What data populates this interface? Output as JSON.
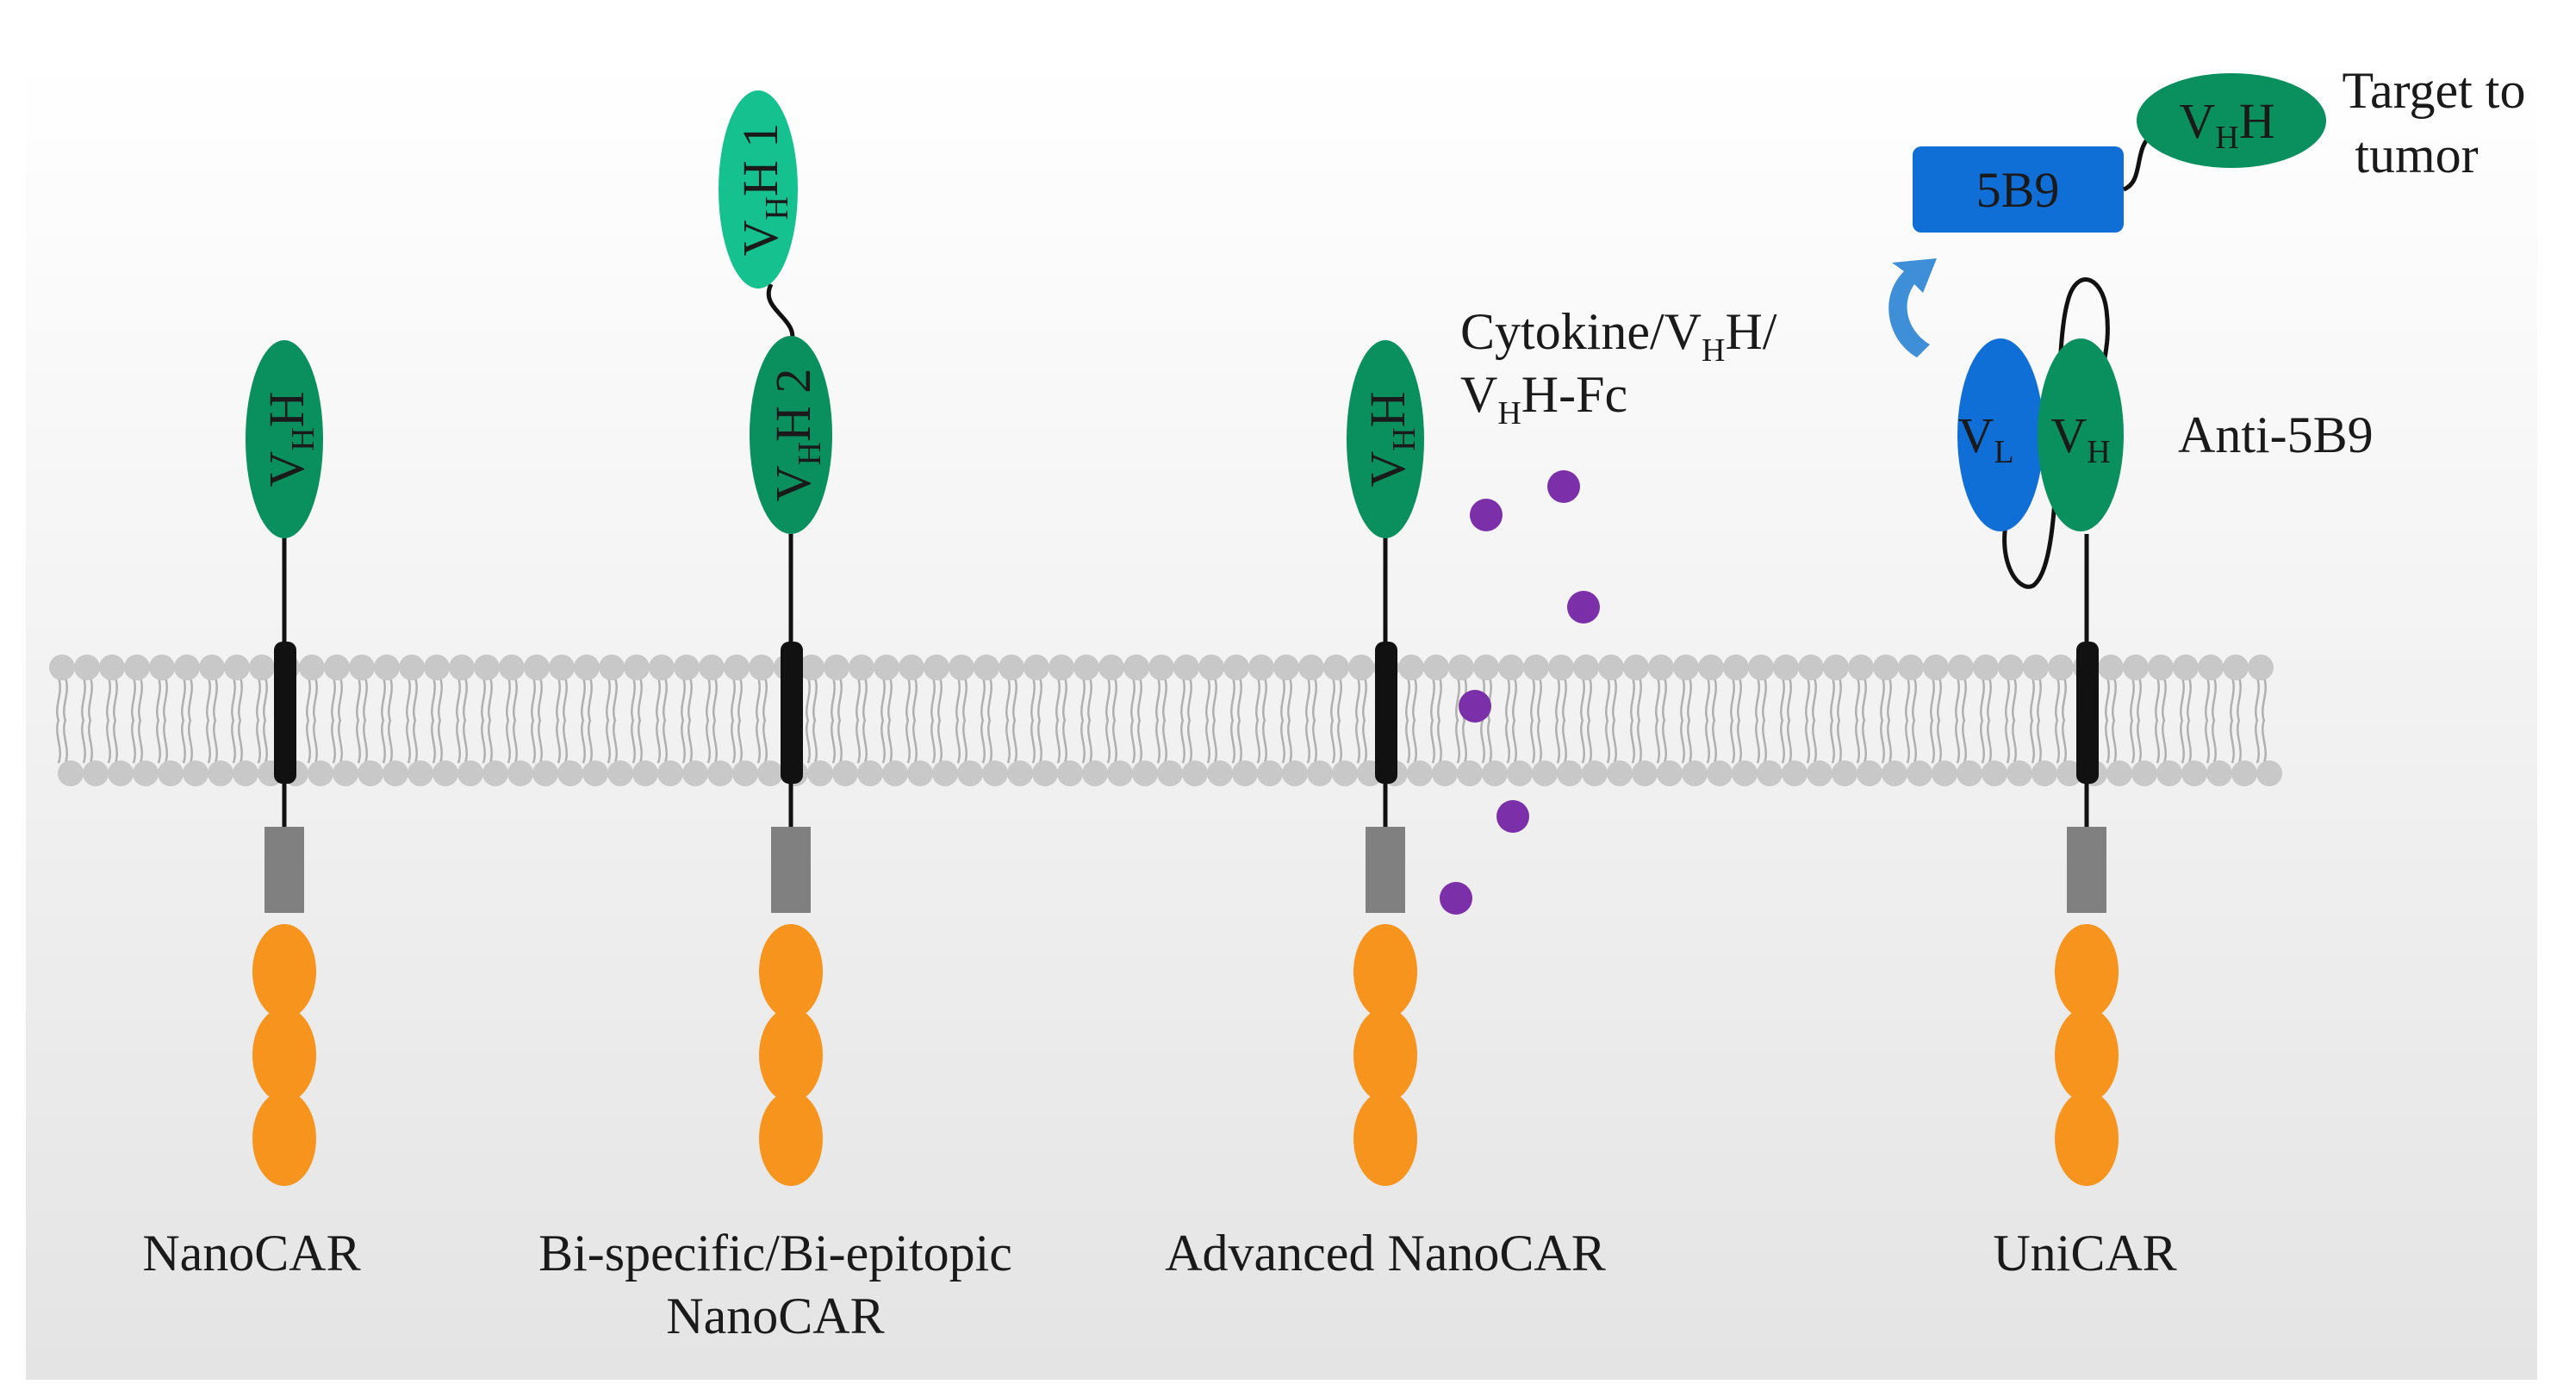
{
  "constructs": [
    {
      "name": "NanoCAR",
      "label_line1": "NanoCAR",
      "label_line2": ""
    },
    {
      "name": "Bi-specific/Bi-epitopic NanoCAR",
      "label_line1": "Bi-specific/Bi-epitopic",
      "label_line2": "NanoCAR"
    },
    {
      "name": "Advanced NanoCAR",
      "label_line1": "Advanced NanoCAR",
      "label_line2": ""
    },
    {
      "name": "UniCAR",
      "label_line1": "UniCAR",
      "label_line2": ""
    }
  ],
  "domains": {
    "vhh_v": "V",
    "vhh_sub": "H",
    "vhh_h": "H",
    "vhh1_suffix": " 1",
    "vhh2_suffix": " 2",
    "vl_v": "V",
    "vl_sub": "L",
    "vh_v": "V",
    "vh_sub": "H"
  },
  "annotations": {
    "secreted_line1_a": "Cytokine/V",
    "secreted_line1_sub": "H",
    "secreted_line1_b": "H/",
    "secreted_line2_a": "V",
    "secreted_line2_sub": "H",
    "secreted_line2_b": "H-Fc",
    "adaptor_tag": "5B9",
    "adaptor_target_line1": "Target to",
    "adaptor_target_line2": "tumor",
    "anti_label": "Anti-5B9"
  },
  "colors": {
    "vhh_dark_green": "#0a8f5e",
    "vhh_light_green": "#14c18f",
    "blue_domain": "#0f6fd6",
    "adaptor_blue": "#0f6fd6",
    "arrow_blue": "#3f8fd8",
    "transmembrane": "#111111",
    "hinge_gray": "#808080",
    "signaling_orange": "#f7941d",
    "cytokine_purple": "#7b2fa8",
    "lipid_gray": "#c8c8c8",
    "background_top": "#ffffff",
    "background_bottom": "#e6e6e6"
  }
}
